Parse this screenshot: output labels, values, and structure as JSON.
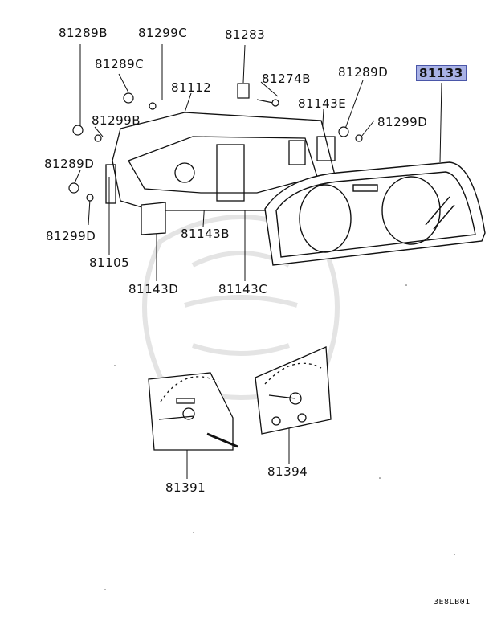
{
  "diagram": {
    "highlight_color": "#a9b2e6",
    "parts": {
      "p81289b": "81289B",
      "p81299c": "81299C",
      "p81283": "81283",
      "p81289c": "81289C",
      "p81112": "81112",
      "p81274b": "81274B",
      "p81289d_a": "81289D",
      "p81133": "81133",
      "p81143e": "81143E",
      "p81299b": "81299B",
      "p81299d_a": "81299D",
      "p81289d_b": "81289D",
      "p81299d_b": "81299D",
      "p81143b": "81143B",
      "p81105": "81105",
      "p81143d": "81143D",
      "p81143c": "81143C",
      "p81391": "81391",
      "p81394": "81394"
    },
    "drawing_code": "3E8LB01"
  }
}
